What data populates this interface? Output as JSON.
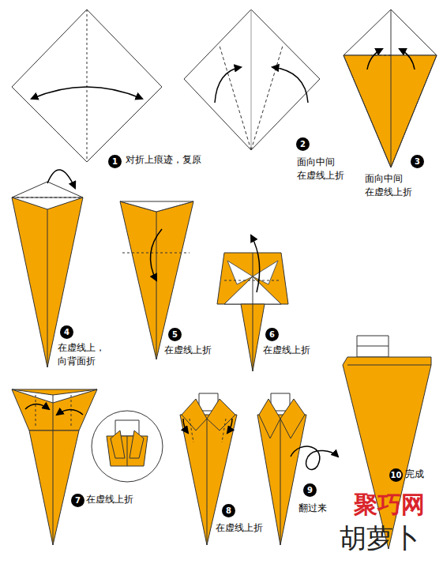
{
  "diagram": {
    "title": "胡萝卜",
    "labels": [
      "1",
      "对折上痕迹，复原",
      "2",
      "面向中间 在虚线上折",
      "3",
      "面向中间 在虚线上折",
      "4",
      "在虚线上， 向背面折",
      "5",
      "在虚线上折",
      "6",
      "在虚线上折",
      "7",
      "在虚线上折",
      "8",
      "在虚线上折",
      "9",
      "翻过来",
      "10",
      "完成",
      "聚巧网"
    ]
  }
}
